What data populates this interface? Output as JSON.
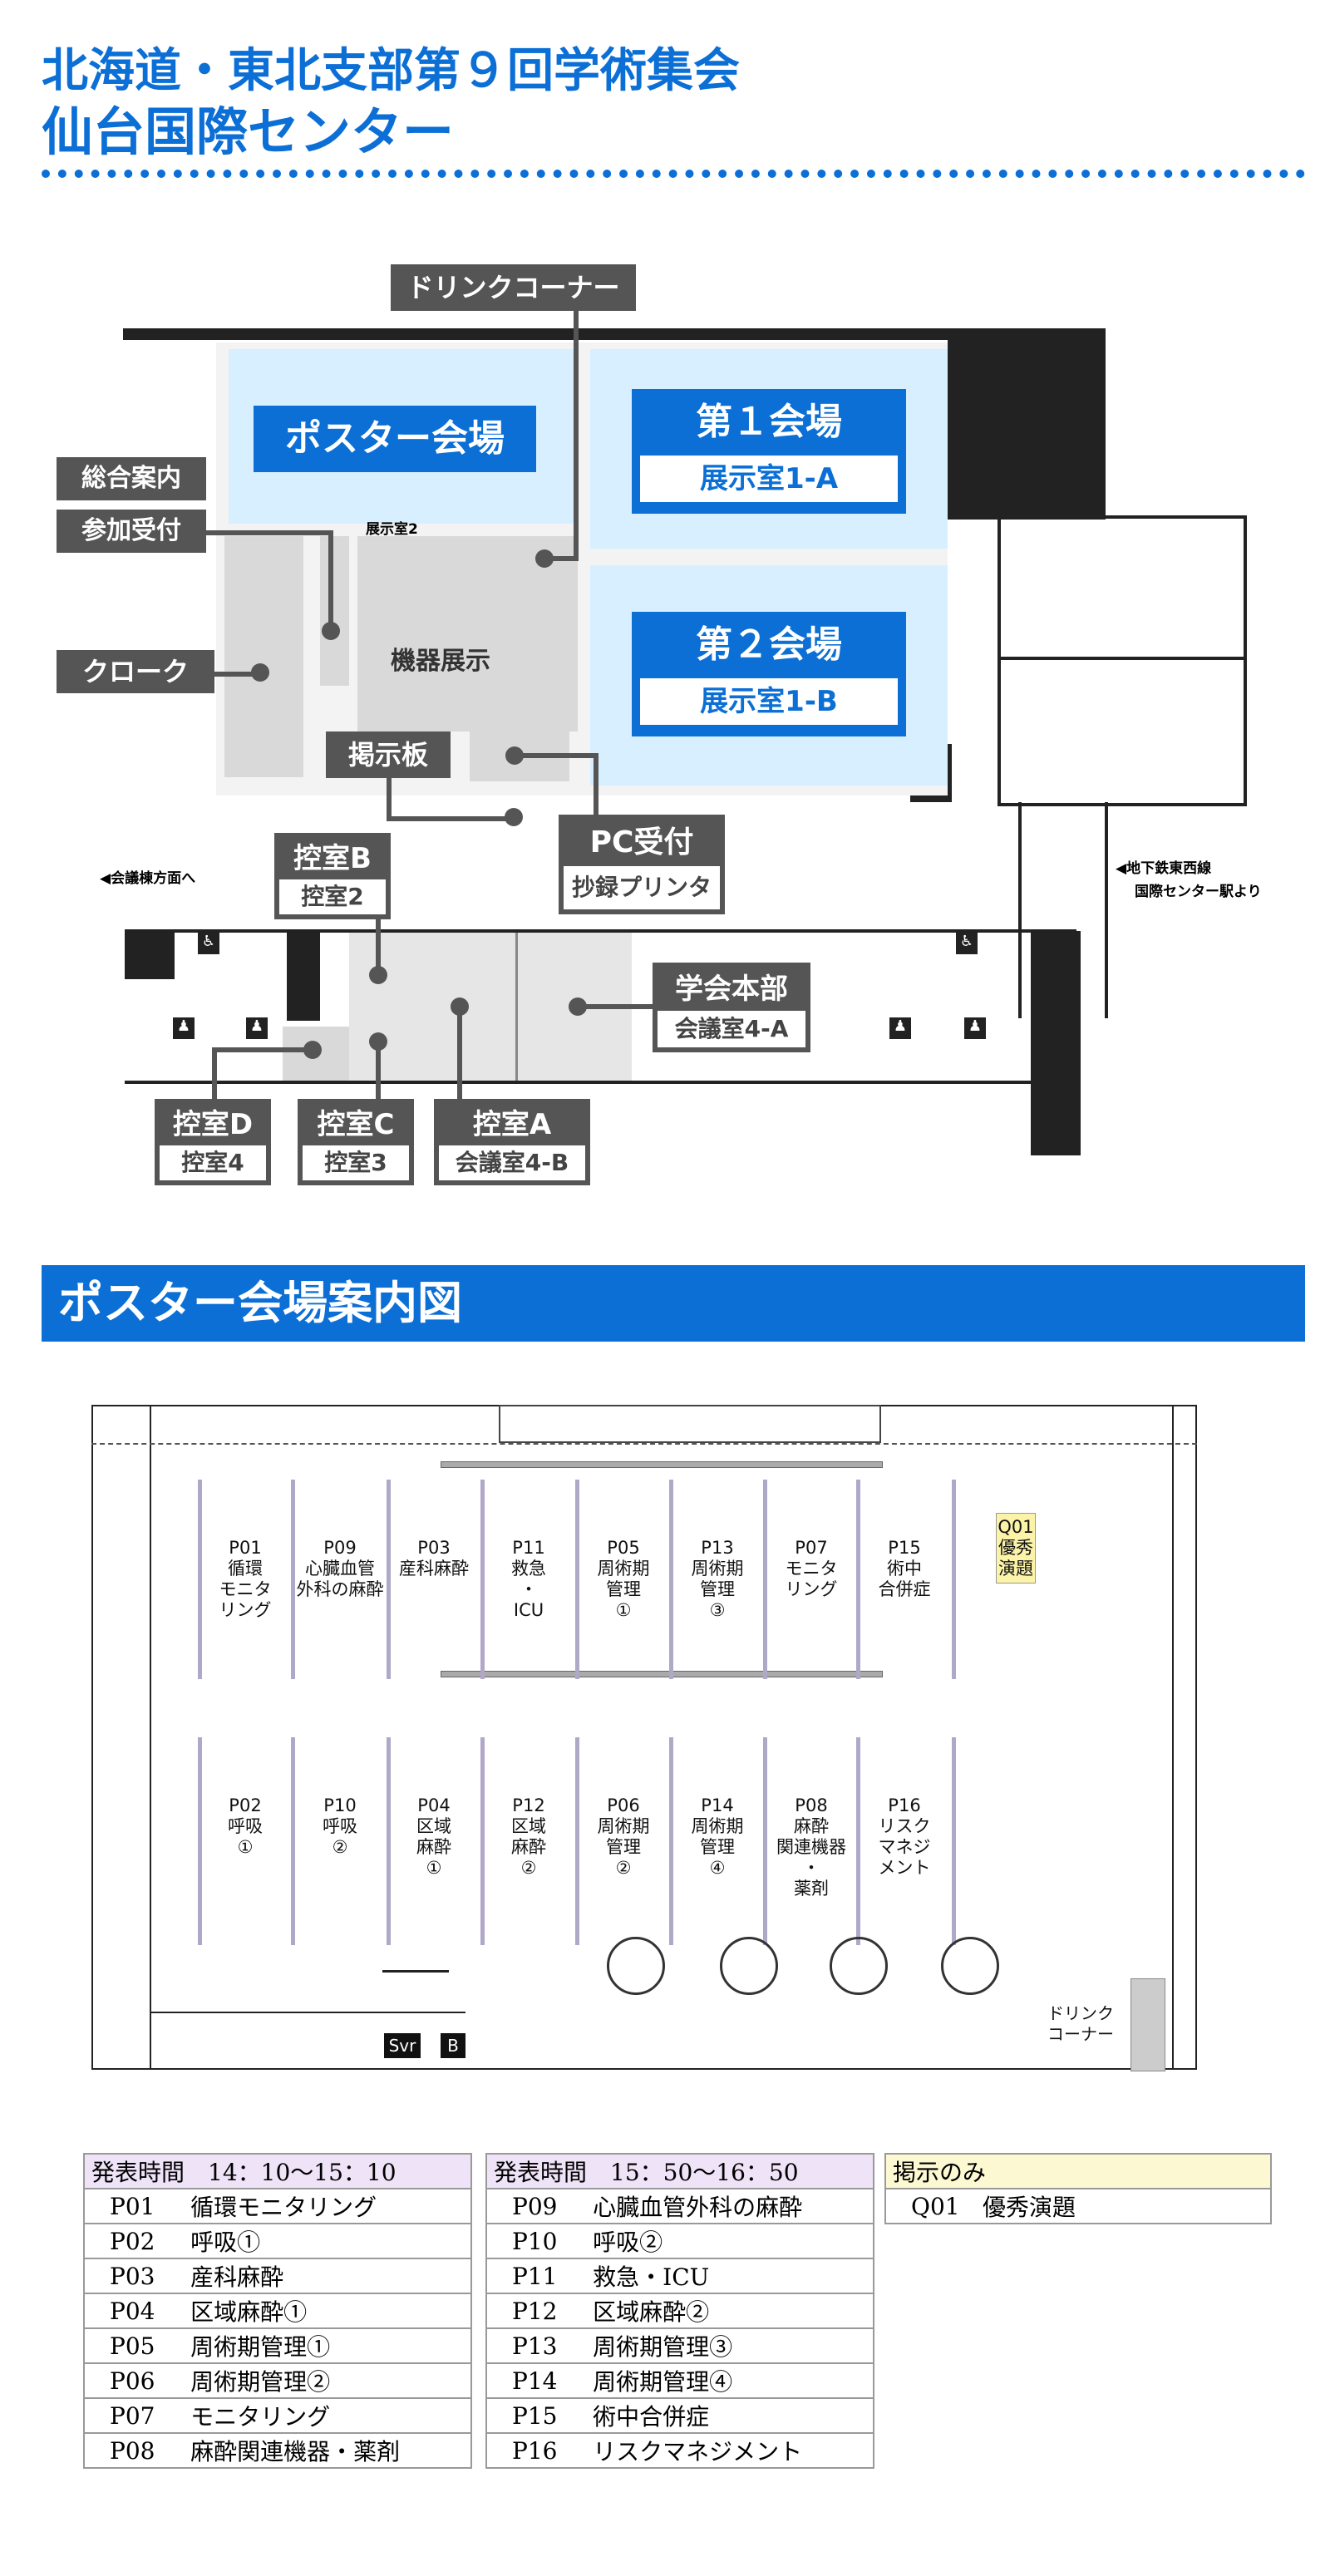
{
  "header": {
    "line1": "北海道・東北支部第９回学術集会",
    "line2": "仙台国際センター"
  },
  "floor_map": {
    "drink_corner": "ドリンクコーナー",
    "poster_hall": "ポスター会場",
    "hall1": {
      "name": "第１会場",
      "room": "展示室1-A"
    },
    "hall2": {
      "name": "第２会場",
      "room": "展示室1-B"
    },
    "info_desk": "総合案内",
    "registration": "参加受付",
    "exhibition_room2": "展示室2",
    "equipment_exhibit": "機器展示",
    "cloak": "クローク",
    "bulletin_board": "掲示板",
    "pc_reception": "PC受付",
    "abstract_printer": "抄録プリンタ",
    "to_conference_bldg": "◀会議棟方面へ",
    "subway_line1": "◀地下鉄東西線",
    "subway_line2": "国際センター駅より",
    "waiting_b": {
      "name": "控室B",
      "room": "控室2"
    },
    "hq": {
      "name": "学会本部",
      "room": "会議室4-A"
    },
    "waiting_d": {
      "name": "控室D",
      "room": "控室4"
    },
    "waiting_c": {
      "name": "控室C",
      "room": "控室3"
    },
    "waiting_a": {
      "name": "控室A",
      "room": "会議室4-B"
    }
  },
  "poster_section_title": "ポスター会場案内図",
  "poster_map": {
    "row1": [
      "P01\n循環\nモニタ\nリング",
      "P09\n心臓血管\n外科の麻酔",
      "P03\n産科麻酔",
      "P11\n救急\n・\nICU",
      "P05\n周術期\n管理\n①",
      "P13\n周術期\n管理\n③",
      "P07\nモニタ\nリング",
      "P15\n術中\n合併症"
    ],
    "row2": [
      "P02\n呼吸\n①",
      "P10\n呼吸\n②",
      "P04\n区域\n麻酔\n①",
      "P12\n区域\n麻酔\n②",
      "P06\n周術期\n管理\n②",
      "P14\n周術期\n管理\n④",
      "P08\n麻酔\n関連機器\n・\n薬剤",
      "P16\nリスク\nマネジ\nメント"
    ],
    "q01": "Q01\n優秀演題",
    "drink": "ドリンク\nコーナー",
    "svr": "Svr",
    "b": "B"
  },
  "schedule": {
    "session1": {
      "header": "発表時間　14：10〜15：10",
      "rows": [
        [
          "P01",
          "循環モニタリング"
        ],
        [
          "P02",
          "呼吸①"
        ],
        [
          "P03",
          "産科麻酔"
        ],
        [
          "P04",
          "区域麻酔①"
        ],
        [
          "P05",
          "周術期管理①"
        ],
        [
          "P06",
          "周術期管理②"
        ],
        [
          "P07",
          "モニタリング"
        ],
        [
          "P08",
          "麻酔関連機器・薬剤"
        ]
      ]
    },
    "session2": {
      "header": "発表時間　15：50〜16：50",
      "rows": [
        [
          "P09",
          "心臓血管外科の麻酔"
        ],
        [
          "P10",
          "呼吸②"
        ],
        [
          "P11",
          "救急・ICU"
        ],
        [
          "P12",
          "区域麻酔②"
        ],
        [
          "P13",
          "周術期管理③"
        ],
        [
          "P14",
          "周術期管理④"
        ],
        [
          "P15",
          "術中合併症"
        ],
        [
          "P16",
          "リスクマネジメント"
        ]
      ]
    },
    "display_only": {
      "header": "掲示のみ",
      "rows": [
        [
          "Q01",
          "優秀演題"
        ]
      ]
    }
  }
}
